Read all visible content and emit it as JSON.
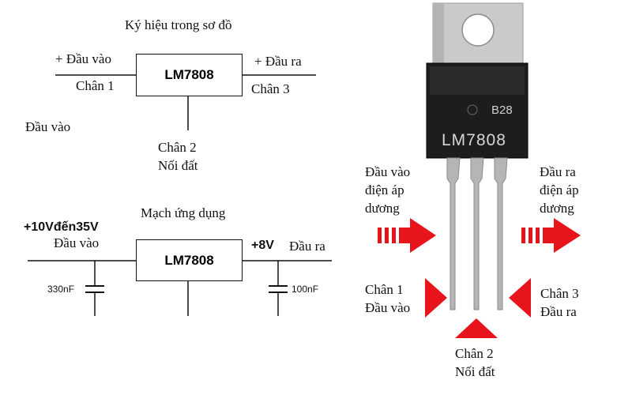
{
  "symbol_diagram": {
    "title": "Ký hiệu trong sơ đồ",
    "chip_label": "LM7808",
    "input_label": "+  Đầu vào",
    "output_label": "+ Đầu ra",
    "pin1_label": "Chân 1",
    "pin3_label": "Chân 3",
    "input_side_label": "Đầu vào",
    "pin2_label": "Chân 2",
    "pin2_function": "Nối đất"
  },
  "application_circuit": {
    "title": "Mạch ứng dụng",
    "voltage_in": "+10Vđến35V",
    "input_label": "Đầu vào",
    "chip_label": "LM7808",
    "voltage_out": "+8V",
    "output_label": "Đầu ra",
    "input_capacitor": "330nF",
    "output_capacitor": "100nF"
  },
  "component_photo": {
    "body_marking_code": "B28",
    "body_marking_part": "LM7808",
    "left_arrow_label": [
      "Đầu vào",
      "điện áp",
      "dương"
    ],
    "right_arrow_label": [
      "Đầu ra",
      "điện áp",
      "dương"
    ],
    "pin1_label": [
      "Chân 1",
      "Đầu vào"
    ],
    "pin3_label": [
      "Chân 3",
      "Đầu ra"
    ],
    "pin2_label": [
      "Chân 2",
      "Nối đất"
    ]
  },
  "colors": {
    "arrow_red": "#e8141b",
    "tab_metal": "#c8c8c8",
    "body_black": "#1c1c1c",
    "pin_metal": "#b5b5b5"
  }
}
